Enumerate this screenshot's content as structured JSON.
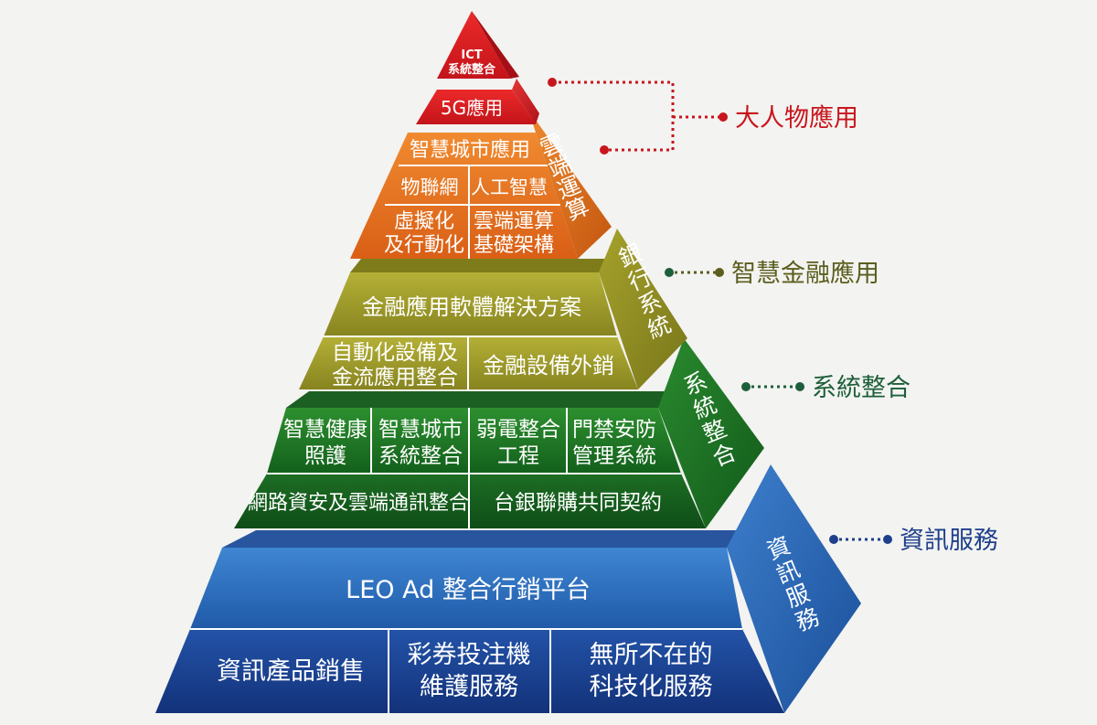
{
  "tiers": {
    "top": {
      "ict_line1": "ICT",
      "ict_line2": "系統整合",
      "fiveg": "5G應用"
    },
    "orange": {
      "smart_city_app": "智慧城市應用",
      "iot": "物聯網",
      "ai": "人工智慧",
      "virtualization_l1": "虛擬化",
      "virtualization_l2": "及行動化",
      "cloud_infra_l1": "雲端運算",
      "cloud_infra_l2": "基礎架構",
      "side": [
        "雲",
        "端",
        "運",
        "算"
      ]
    },
    "olive": {
      "fin_software": "金融應用軟體解決方案",
      "automation_l1": "自動化設備及",
      "automation_l2": "金流應用整合",
      "fin_equipment": "金融設備外銷",
      "side": [
        "銀",
        "行",
        "系",
        "統"
      ]
    },
    "green": {
      "health_l1": "智慧健康",
      "health_l2": "照護",
      "smartcity_l1": "智慧城市",
      "smartcity_l2": "系統整合",
      "weak_l1": "弱電整合",
      "weak_l2": "工程",
      "access_l1": "門禁安防",
      "access_l2": "管理系統",
      "network": "網路資安及雲端通訊整合",
      "bank_contract": "台銀聯購共同契約",
      "side": [
        "系",
        "統",
        "整",
        "合"
      ]
    },
    "blue": {
      "leo": "LEO Ad 整合行銷平台",
      "products": "資訊產品銷售",
      "lottery_l1": "彩券投注機",
      "lottery_l2": "維護服務",
      "ubiquitous_l1": "無所不在的",
      "ubiquitous_l2": "科技化服務",
      "side": [
        "資",
        "訊",
        "服",
        "務"
      ]
    }
  },
  "callouts": {
    "red": "大人物應用",
    "olive": "智慧金融應用",
    "green": "系統整合",
    "blue": "資訊服務"
  },
  "colors": {
    "red": "#d7191f",
    "orange": "#e8731f",
    "olive": "#a7a328",
    "green": "#1f7a24",
    "blue": "#2c6db8",
    "red_text": "#c8161d",
    "olive_text": "#5b5e1e",
    "green_text": "#1d5f3a",
    "blue_text": "#1e3f8a"
  }
}
